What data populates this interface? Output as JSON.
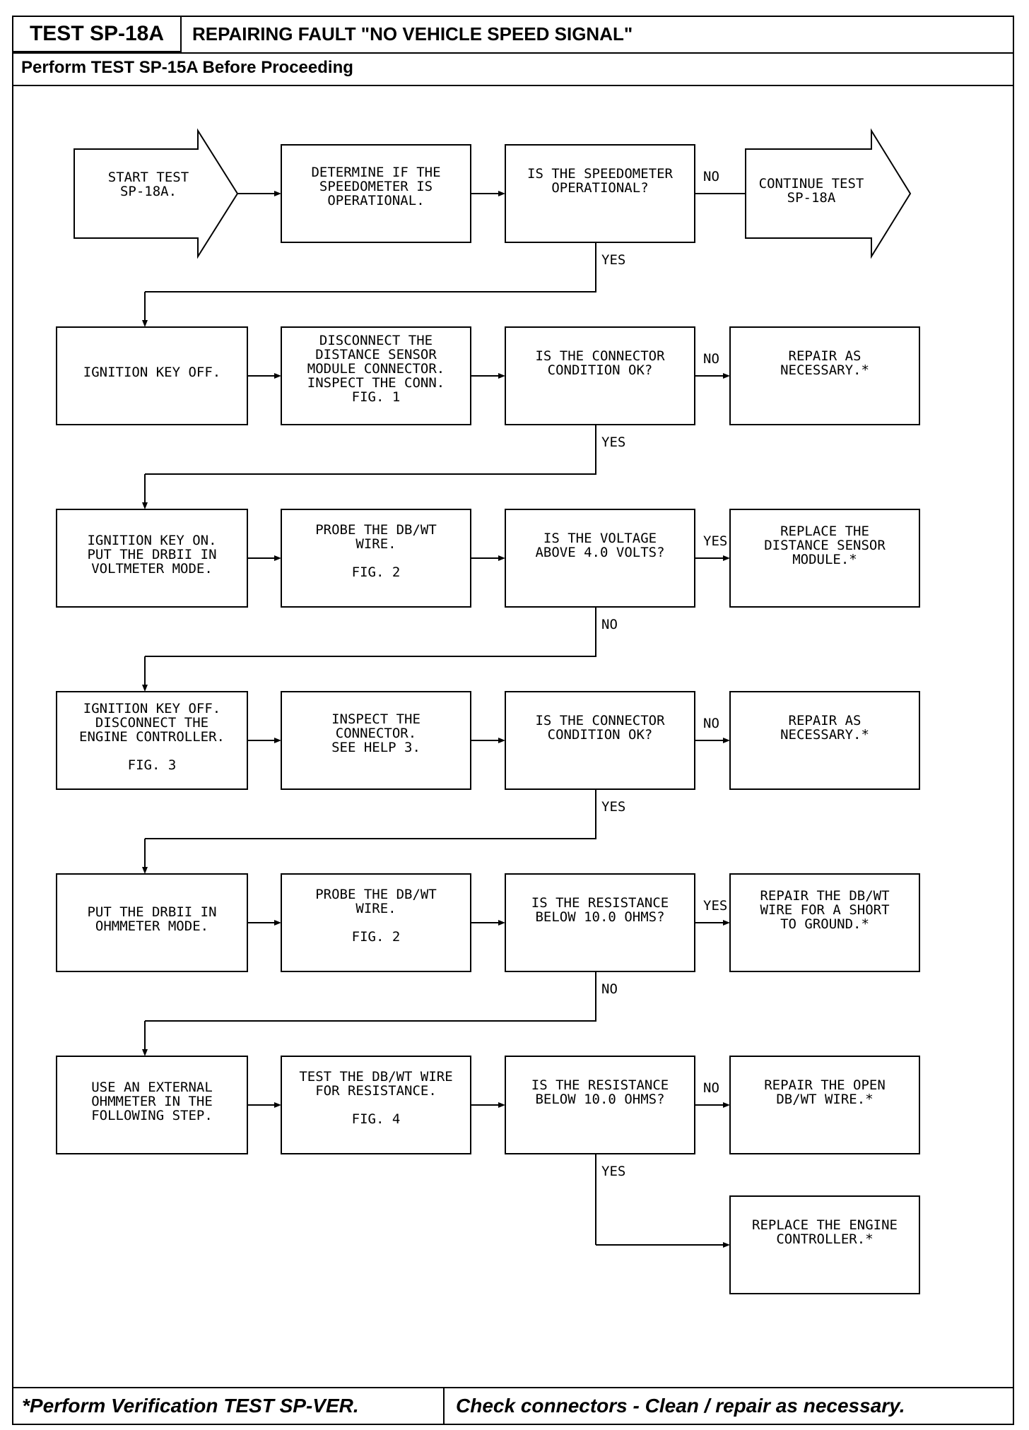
{
  "header": {
    "test_id": "TEST SP-18A",
    "title": "REPAIRING FAULT \"NO VEHICLE SPEED SIGNAL\"",
    "pre_test": "Perform TEST SP-15A Before Proceeding"
  },
  "footer": {
    "left": "*Perform Verification TEST SP-VER.",
    "right": "Check connectors - Clean / repair as necessary."
  },
  "flow": {
    "start": [
      "START TEST",
      "SP-18A."
    ],
    "continue": [
      "CONTINUE TEST",
      "SP-18A"
    ],
    "rows": [
      {
        "step": [],
        "action": [
          "DETERMINE IF THE",
          "SPEEDOMETER IS",
          "OPERATIONAL."
        ],
        "question": [
          "IS THE SPEEDOMETER",
          "OPERATIONAL?"
        ],
        "branch_label": "NO",
        "outcome": [],
        "down_label": "YES"
      },
      {
        "step": [
          "IGNITION KEY OFF."
        ],
        "action": [
          "DISCONNECT THE",
          "DISTANCE SENSOR",
          "MODULE CONNECTOR.",
          "INSPECT THE CONN.",
          "FIG. 1"
        ],
        "question": [
          "IS THE CONNECTOR",
          "CONDITION OK?"
        ],
        "branch_label": "NO",
        "outcome": [
          "REPAIR AS",
          "NECESSARY.*"
        ],
        "down_label": "YES"
      },
      {
        "step": [
          "IGNITION KEY ON.",
          "PUT THE DRBII IN",
          "VOLTMETER MODE."
        ],
        "action": [
          "PROBE THE DB/WT",
          "WIRE.",
          "",
          "FIG. 2"
        ],
        "question": [
          "IS THE VOLTAGE",
          "ABOVE 4.0 VOLTS?"
        ],
        "branch_label": "YES",
        "outcome": [
          "REPLACE THE",
          "DISTANCE SENSOR",
          "MODULE.*"
        ],
        "down_label": "NO"
      },
      {
        "step": [
          "IGNITION KEY OFF.",
          "DISCONNECT THE",
          "ENGINE CONTROLLER.",
          "",
          "FIG. 3"
        ],
        "action": [
          "INSPECT THE",
          "CONNECTOR.",
          "SEE HELP 3."
        ],
        "question": [
          "IS THE CONNECTOR",
          "CONDITION OK?"
        ],
        "branch_label": "NO",
        "outcome": [
          "REPAIR AS",
          "NECESSARY.*"
        ],
        "down_label": "YES"
      },
      {
        "step": [
          "PUT THE DRBII IN",
          "OHMMETER MODE."
        ],
        "action": [
          "PROBE THE DB/WT",
          "WIRE.",
          "",
          "FIG. 2"
        ],
        "question": [
          "IS THE RESISTANCE",
          "BELOW 10.0 OHMS?"
        ],
        "branch_label": "YES",
        "outcome": [
          "REPAIR THE DB/WT",
          "WIRE FOR A SHORT",
          "TO GROUND.*"
        ],
        "down_label": "NO"
      },
      {
        "step": [
          "USE AN EXTERNAL",
          "OHMMETER IN THE",
          "FOLLOWING STEP."
        ],
        "action": [
          "TEST THE DB/WT WIRE",
          "FOR RESISTANCE.",
          "",
          "FIG. 4"
        ],
        "question": [
          "IS THE RESISTANCE",
          "BELOW 10.0 OHMS?"
        ],
        "branch_label": "NO",
        "outcome": [
          "REPAIR THE OPEN",
          "DB/WT WIRE.*"
        ],
        "down_label": "YES"
      }
    ],
    "final": [
      "REPLACE THE ENGINE",
      "CONTROLLER.*"
    ]
  }
}
